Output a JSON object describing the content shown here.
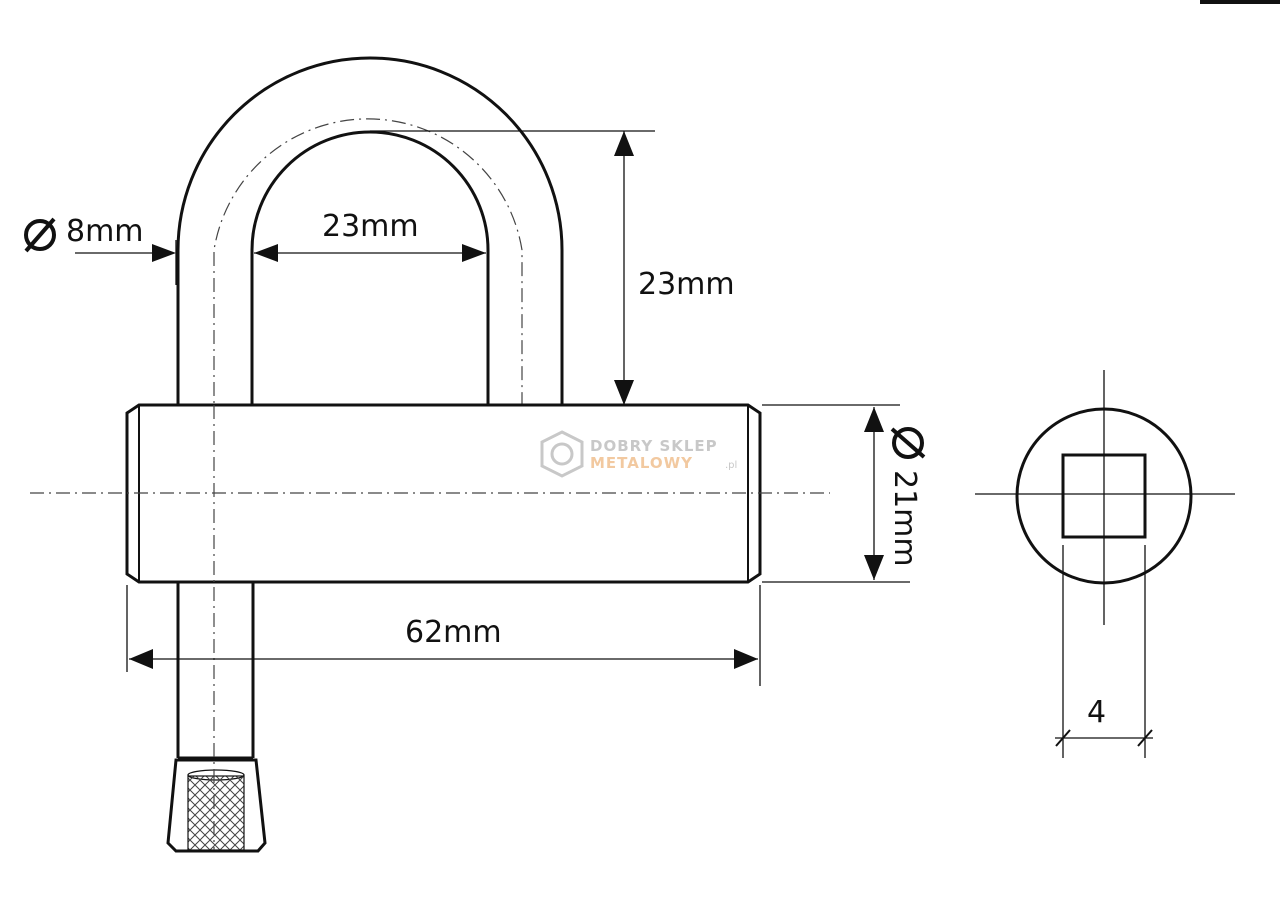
{
  "dimensions": {
    "shackle_diameter": "8mm",
    "shackle_inner_width": "23mm",
    "shackle_clearance": "23mm",
    "body_diameter": "21mm",
    "body_length": "62mm",
    "key_square": "4"
  },
  "symbols": {
    "diameter": "Ø"
  },
  "watermark": {
    "line1": "DOBRY SKLEP",
    "line2": "METALOWY",
    "suffix": ".pl"
  },
  "colors": {
    "line": "#111111",
    "watermark_gray": "#c8c8c8",
    "watermark_orange": "#f2c9a0"
  }
}
